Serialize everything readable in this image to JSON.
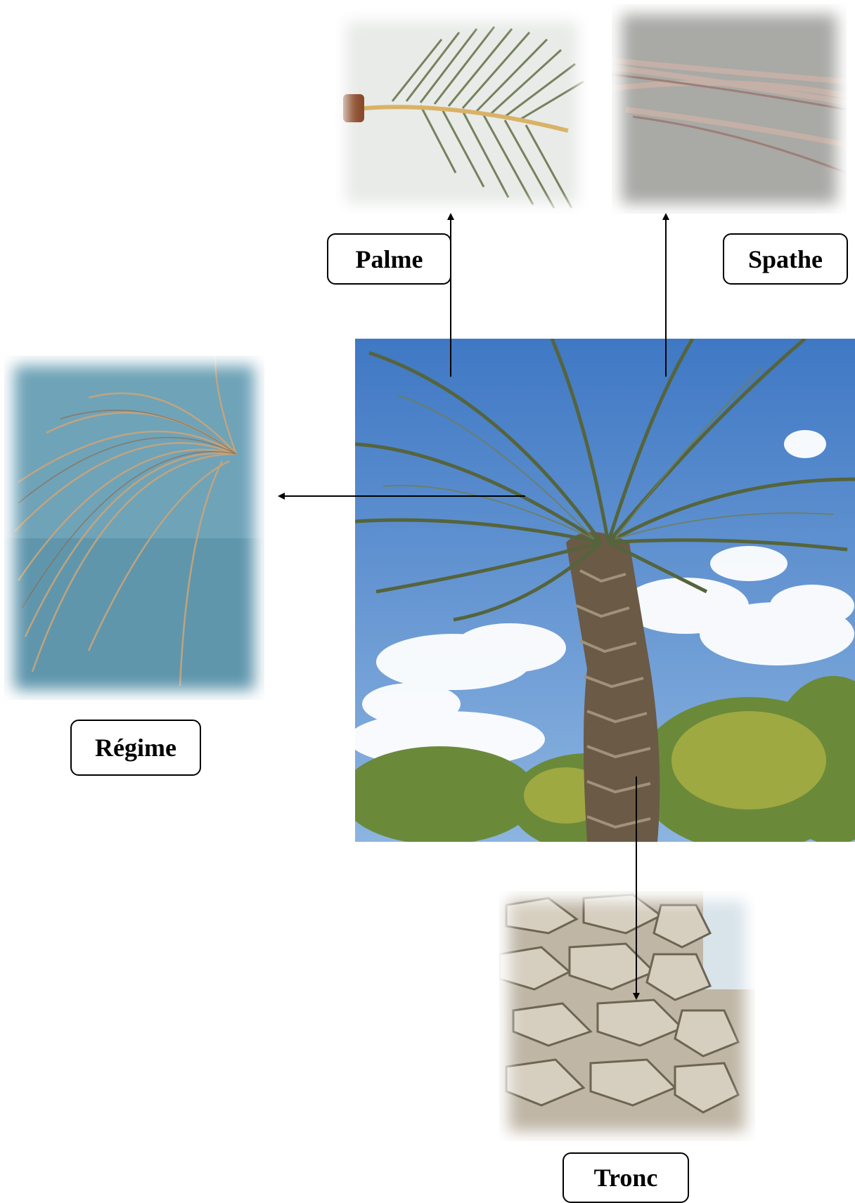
{
  "labels": {
    "palme": "Palme",
    "spathe": "Spathe",
    "regime": "Régime",
    "tronc": "Tronc"
  },
  "colors": {
    "arrow": "#000000",
    "sky": "#4f86c8",
    "foliage": "#5d6b45",
    "trunk": "#6b5a45"
  }
}
